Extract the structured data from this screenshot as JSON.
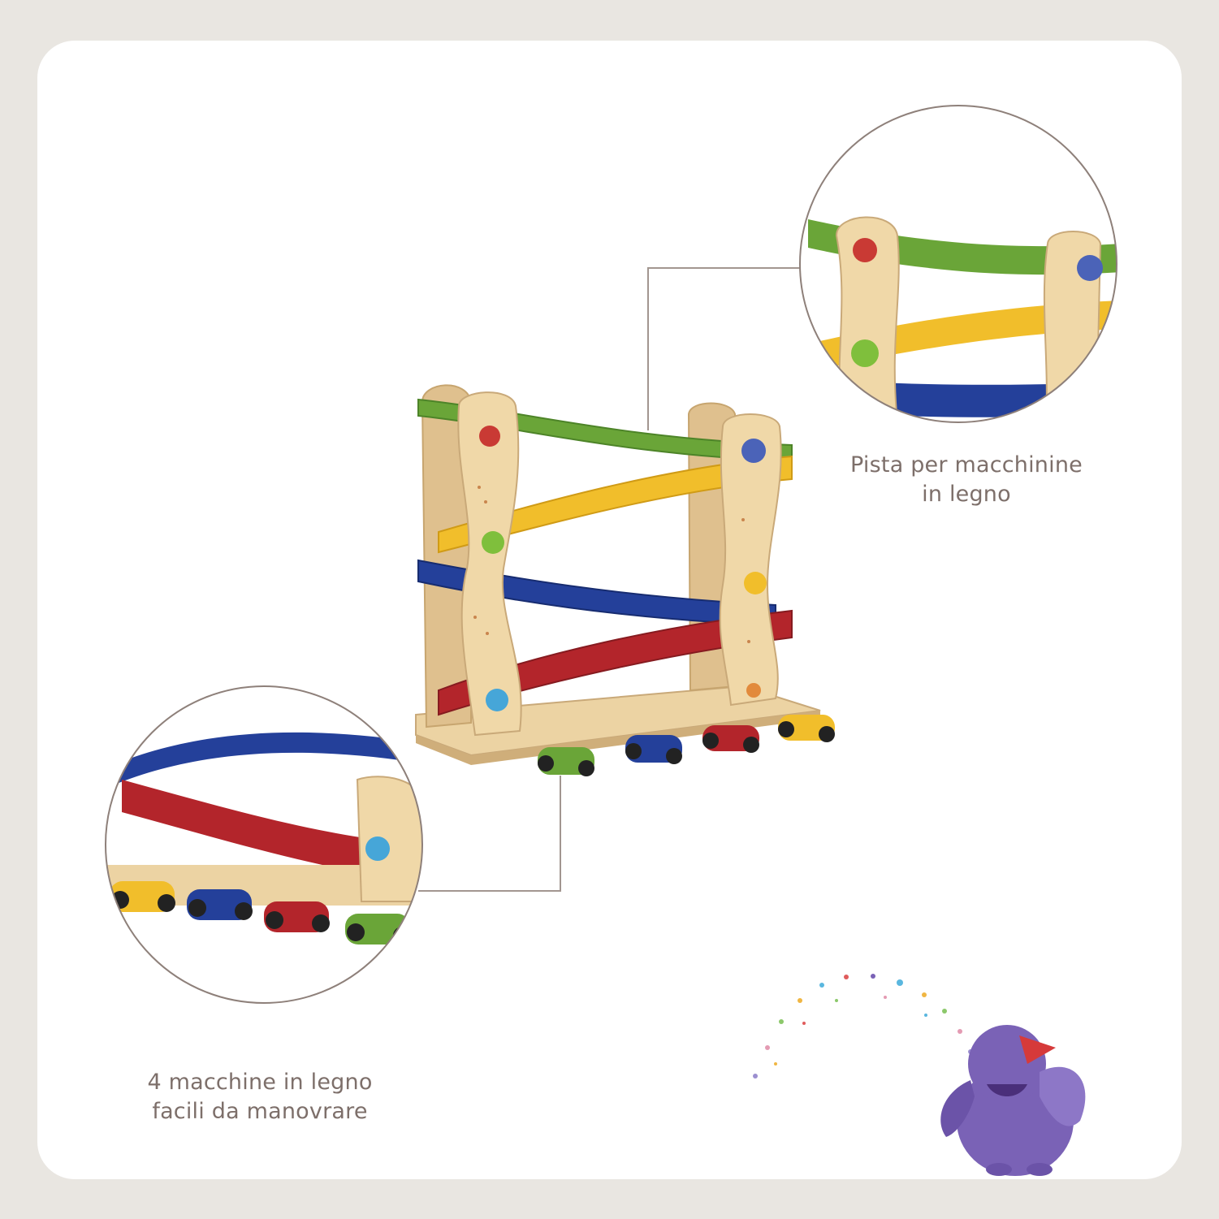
{
  "captions": {
    "track": {
      "line1": "Pista per macchinine",
      "line2": "in legno"
    },
    "cars": {
      "line1": "4 macchine in legno",
      "line2": "facili da manovrare"
    }
  },
  "colors": {
    "background": "#e9e6e1",
    "card": "#ffffff",
    "text": "#7d6f6a",
    "wood": "#ecd3a3",
    "track_green": "#6aa538",
    "track_yellow": "#f1be2b",
    "track_blue": "#24409a",
    "track_red": "#b3252b",
    "elephant": "#7a62b6"
  },
  "icons": [
    "elephant-mascot-illustration",
    "confetti-dots"
  ]
}
